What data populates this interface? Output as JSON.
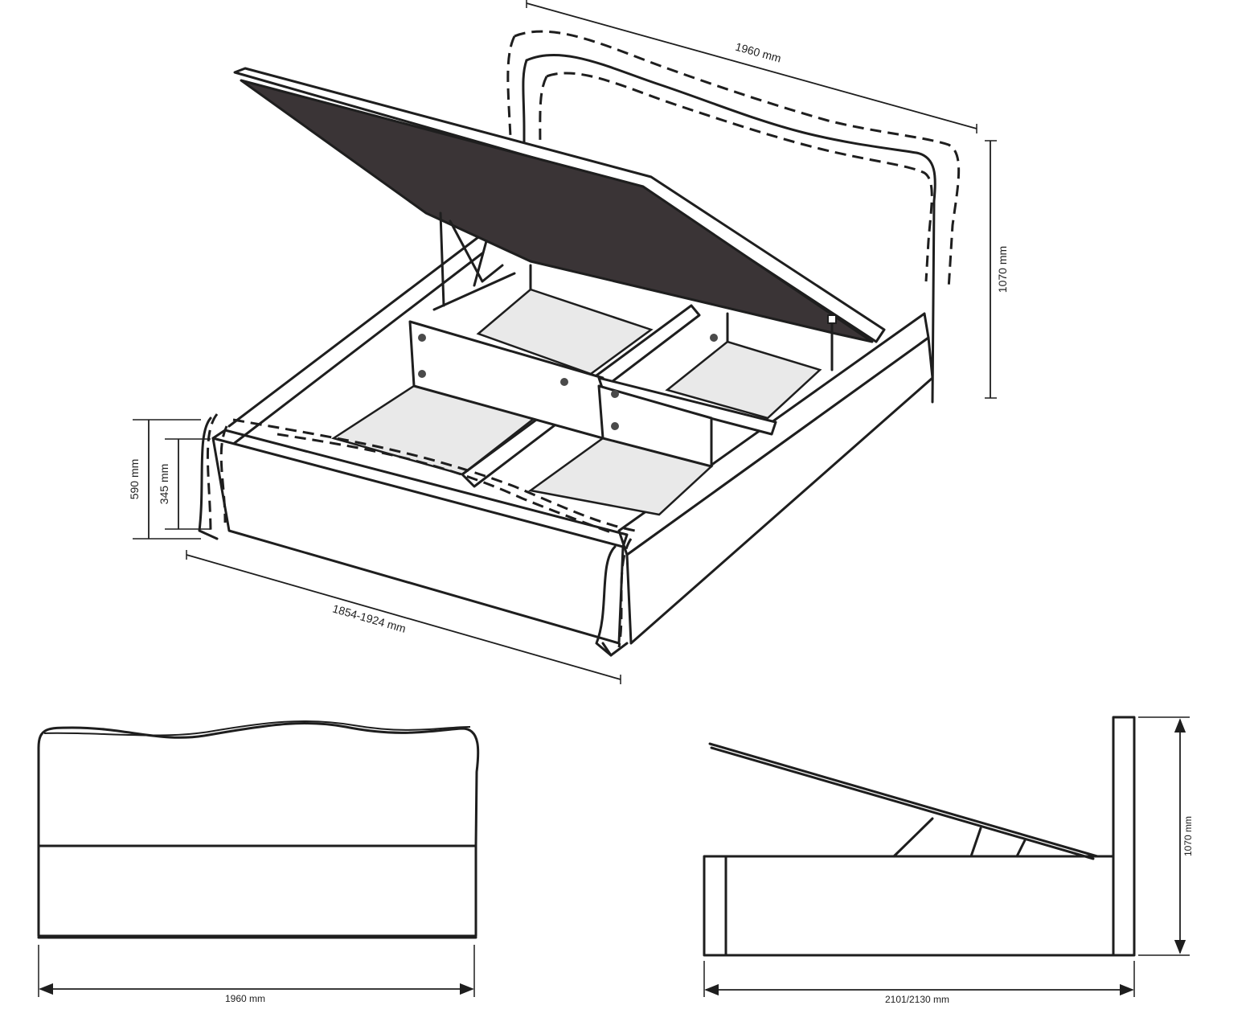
{
  "dimensions": {
    "iso_width": "1960 mm",
    "iso_height_headboard": "1070 mm",
    "iso_length": "1854-1924 mm",
    "iso_height_total": "590 mm",
    "iso_height_frame": "345 mm",
    "front_width": "1960 mm",
    "side_length": "2101/2130 mm",
    "side_height": "1070 mm"
  }
}
